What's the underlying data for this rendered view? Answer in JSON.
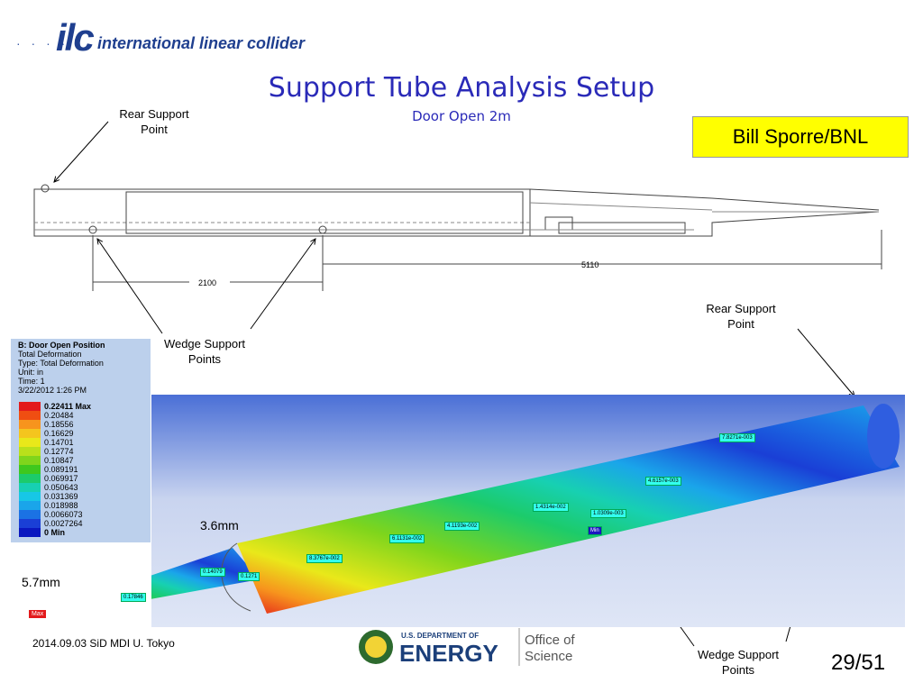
{
  "header": {
    "logo_mark": "ilc",
    "logo_text": "international linear collider",
    "title": "Support Tube Analysis Setup",
    "subtitle": "Door Open 2m",
    "author": "Bill Sporre/BNL"
  },
  "drawing": {
    "rear_support_label": "Rear Support Point",
    "wedge_support_label": "Wedge Support Points",
    "dim_2100": "2100",
    "dim_5110": "5110"
  },
  "legend": {
    "title": "B: Door Open Position",
    "line1": "Total Deformation",
    "line2": "Type: Total Deformation",
    "line3": "Unit: in",
    "line4": "Time: 1",
    "line5": "3/22/2012 1:26 PM",
    "entries": [
      {
        "label": "0.22411 Max",
        "color": "#e31a1c"
      },
      {
        "label": "0.20484",
        "color": "#f04e12"
      },
      {
        "label": "0.18556",
        "color": "#f7941d"
      },
      {
        "label": "0.16629",
        "color": "#f4c51e"
      },
      {
        "label": "0.14701",
        "color": "#e9e81a"
      },
      {
        "label": "0.12774",
        "color": "#b9e01b"
      },
      {
        "label": "0.10847",
        "color": "#7fd51c"
      },
      {
        "label": "0.089191",
        "color": "#3ec81e"
      },
      {
        "label": "0.069917",
        "color": "#1ccb6b"
      },
      {
        "label": "0.050643",
        "color": "#17d0b2"
      },
      {
        "label": "0.031369",
        "color": "#17c7e6"
      },
      {
        "label": "0.018988",
        "color": "#1aa5ea"
      },
      {
        "label": "0.0066073",
        "color": "#1b72e4"
      },
      {
        "label": "0.0027264",
        "color": "#1a3fd6"
      },
      {
        "label": "0 Min",
        "color": "#0a17c0"
      }
    ]
  },
  "fea": {
    "label_36": "3.6mm",
    "label_57": "5.7mm",
    "rear_support_label": "Rear Support Point",
    "wedge_support_label": "Wedge Support Points",
    "probes": [
      {
        "text": "7.8271e-003"
      },
      {
        "text": "4.6157e-003"
      },
      {
        "text": "1.4314e-002"
      },
      {
        "text": "1.0309e-003"
      },
      {
        "text": "4.1193e-002"
      },
      {
        "text": "6.1131e-002"
      },
      {
        "text": "8.3767e-002"
      },
      {
        "text": "0.14079"
      },
      {
        "text": "0.1271"
      },
      {
        "text": "0.17846"
      }
    ],
    "max_tag": "Max",
    "min_tag": "Min"
  },
  "footer": {
    "date": "2014.09.03 SiD MDI U. Tokyo",
    "doe_line1": "U.S. DEPARTMENT OF",
    "doe_line2": "ENERGY",
    "doe_office1": "Office of",
    "doe_office2": "Science",
    "page": "29/51"
  }
}
